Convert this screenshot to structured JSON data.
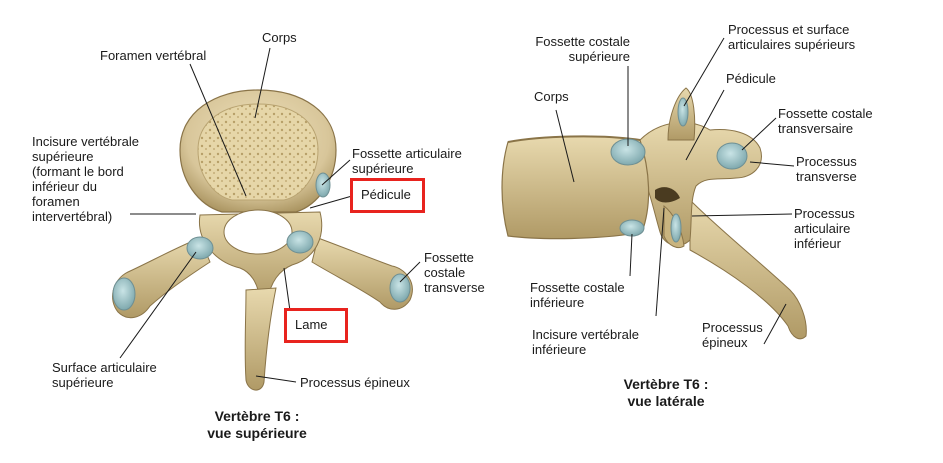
{
  "superior": {
    "caption_line1": "Vertèbre T6 :",
    "caption_line2": "vue supérieure",
    "labels": {
      "corps": "Corps",
      "foramen": "Foramen vertébral",
      "incisure": [
        "Incisure vertébrale",
        "supérieure",
        "(formant le bord",
        "inférieur du",
        "foramen",
        "intervertébral)"
      ],
      "fossette_articulaire": [
        "Fossette articulaire",
        "supérieure"
      ],
      "pedicule": "Pédicule",
      "fossette_costale_transverse": [
        "Fossette",
        "costale",
        "transverse"
      ],
      "lame": "Lame",
      "surface_articulaire": [
        "Surface articulaire",
        "supérieure"
      ],
      "processus_epineux": "Processus épineux"
    }
  },
  "lateral": {
    "caption_line1": "Vertèbre T6 :",
    "caption_line2": "vue latérale",
    "labels": {
      "fossette_costale_sup": [
        "Fossette costale",
        "supérieure"
      ],
      "corps": "Corps",
      "processus_surface_art": [
        "Processus et surface",
        "articulaires supérieurs"
      ],
      "pedicule": "Pédicule",
      "fossette_costale_transversaire": [
        "Fossette costale",
        "transversaire"
      ],
      "processus_transverse": [
        "Processus",
        "transverse"
      ],
      "processus_art_inf": [
        "Processus",
        "articulaire",
        "inférieur"
      ],
      "fossette_costale_inf": [
        "Fossette costale",
        "inférieure"
      ],
      "incisure_inf": [
        "Incisure vertébrale",
        "inférieure"
      ],
      "processus_epineux": [
        "Processus",
        "épineux"
      ]
    }
  },
  "colors": {
    "bone": "#d8c69a",
    "bone_dark": "#a8925e",
    "cartilage": "#9cc6cc",
    "highlight": "#e8231e"
  }
}
